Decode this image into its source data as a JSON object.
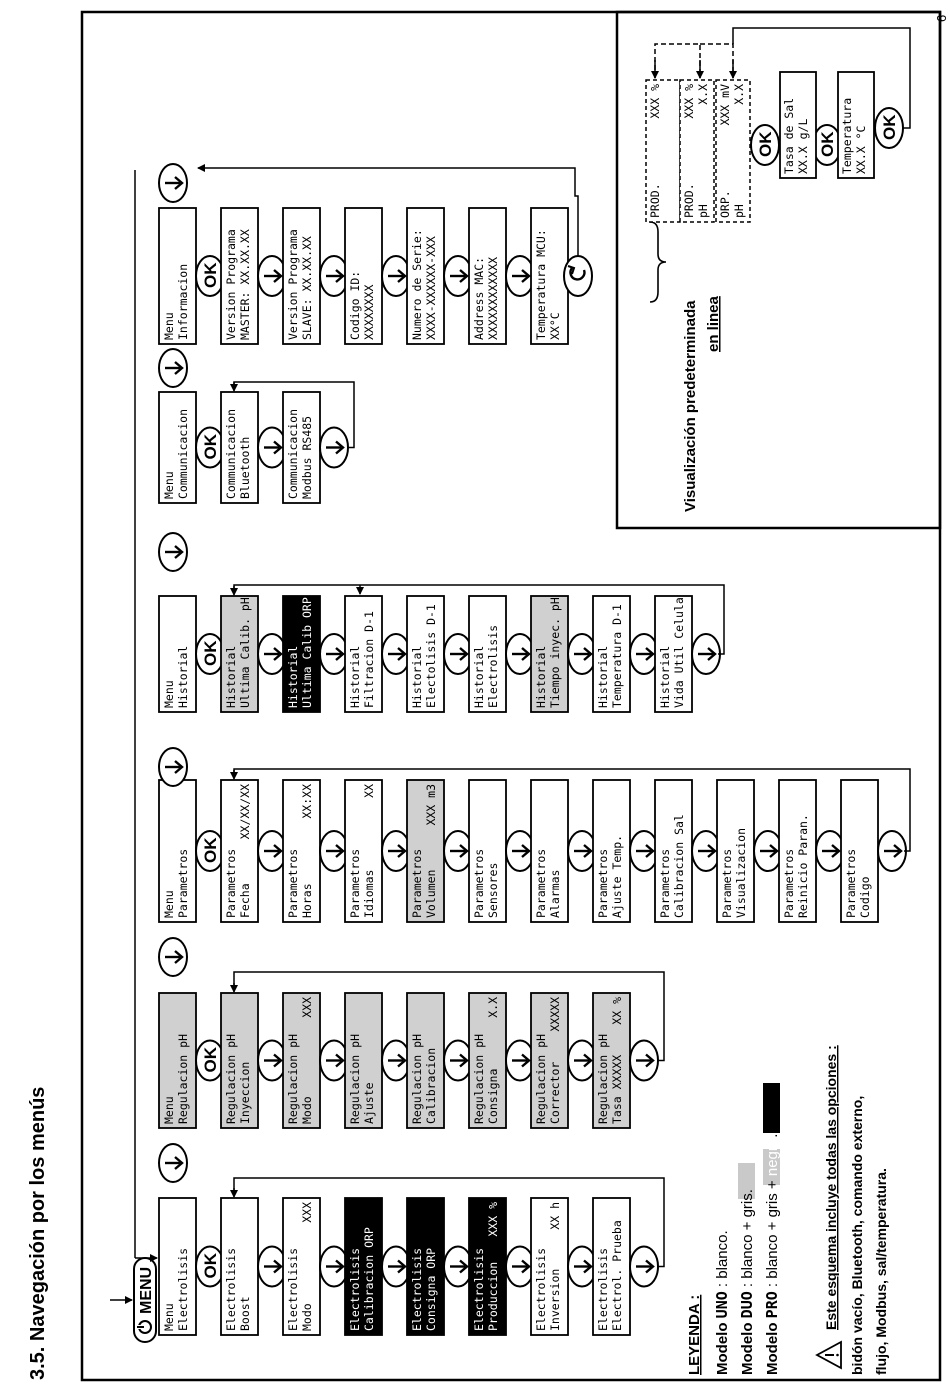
{
  "page": {
    "section_title": "3.5.   Navegación por los menús",
    "page_number": "6",
    "menu_button": "MENU",
    "ok_label": "OK"
  },
  "columns": [
    {
      "items": [
        {
          "l1": "Menu",
          "l2": "Electrolisis",
          "v": "",
          "fill": "white"
        },
        {
          "l1": "Electrolisis",
          "l2": "Boost",
          "v": "",
          "fill": "white"
        },
        {
          "l1": "Electrolisis",
          "l2": "Modo",
          "v": "XXX",
          "fill": "white"
        },
        {
          "l1": "Electrolisis",
          "l2": "Calibracion ORP",
          "v": "",
          "fill": "black"
        },
        {
          "l1": "Electrolisis",
          "l2": "Consigna ORP",
          "v": "",
          "fill": "black"
        },
        {
          "l1": "Electrolisis",
          "l2": "Produccion",
          "v": "XXX %",
          "fill": "black"
        },
        {
          "l1": "Electrolisis",
          "l2": "Inversion",
          "v": "XX h",
          "fill": "white"
        },
        {
          "l1": "Electrolisis",
          "l2": "Electrol. Prueba",
          "v": "",
          "fill": "white"
        }
      ]
    },
    {
      "items": [
        {
          "l1": "Menu",
          "l2": "Regulacion pH",
          "v": "",
          "fill": "gray"
        },
        {
          "l1": "Regulacion pH",
          "l2": "Inyeccion",
          "v": "",
          "fill": "gray"
        },
        {
          "l1": "Regulacion pH",
          "l2": "Modo",
          "v": "XXX",
          "fill": "gray"
        },
        {
          "l1": "Regulacion pH",
          "l2": "Ajuste",
          "v": "",
          "fill": "gray"
        },
        {
          "l1": "Regulacion pH",
          "l2": "Calibracion",
          "v": "",
          "fill": "gray"
        },
        {
          "l1": "Regulacion pH",
          "l2": "Consigna",
          "v": "X.X",
          "fill": "gray"
        },
        {
          "l1": "Regulacion pH",
          "l2": "Corrector",
          "v": "XXXXX",
          "fill": "gray"
        },
        {
          "l1": "Regulacion pH",
          "l2": "Tasa XXXXX",
          "v": "XX %",
          "fill": "gray"
        }
      ]
    },
    {
      "items": [
        {
          "l1": "Menu",
          "l2": "Parametros",
          "v": "",
          "fill": "white"
        },
        {
          "l1": "Parametros",
          "l2": "Fecha",
          "v": "XX/XX/XX",
          "fill": "white"
        },
        {
          "l1": "Parametros",
          "l2": "Horas",
          "v": "XX:XX",
          "fill": "white"
        },
        {
          "l1": "Parametros",
          "l2": "Idiomas",
          "v": "XX",
          "fill": "white"
        },
        {
          "l1": "Parametros",
          "l2": "Volumen",
          "v": "XXX m3",
          "fill": "gray"
        },
        {
          "l1": "Parametros",
          "l2": "Sensores",
          "v": "",
          "fill": "white"
        },
        {
          "l1": "Parametros",
          "l2": "Alarmas",
          "v": "",
          "fill": "white"
        },
        {
          "l1": "Parametros",
          "l2": "Ajuste Temp.",
          "v": "",
          "fill": "white"
        },
        {
          "l1": "Parametros",
          "l2": "Calibracion Sal",
          "v": "",
          "fill": "white"
        },
        {
          "l1": "Parametros",
          "l2": "Visualizacion",
          "v": "",
          "fill": "white"
        },
        {
          "l1": "Parametros",
          "l2": "Reinicio Paran.",
          "v": "",
          "fill": "white"
        },
        {
          "l1": "Parametros",
          "l2": "Codigo",
          "v": "",
          "fill": "white"
        }
      ]
    },
    {
      "items": [
        {
          "l1": "Menu",
          "l2": "Historial",
          "v": "",
          "fill": "white"
        },
        {
          "l1": "Historial",
          "l2": "Ultima Calib. pH",
          "v": "",
          "fill": "gray"
        },
        {
          "l1": "Historial",
          "l2": "Ultima Calib ORP",
          "v": "",
          "fill": "black"
        },
        {
          "l1": "Historial",
          "l2": "Filtracion D-1",
          "v": "",
          "fill": "white"
        },
        {
          "l1": "Historial",
          "l2": "Electolisis D-1",
          "v": "",
          "fill": "white"
        },
        {
          "l1": "Historial",
          "l2": "Electrolisis",
          "v": "",
          "fill": "white"
        },
        {
          "l1": "Historial",
          "l2": "Tiempo inyec. pH",
          "v": "",
          "fill": "gray"
        },
        {
          "l1": "Historial",
          "l2": "Temperatura D-1",
          "v": "",
          "fill": "white"
        },
        {
          "l1": "Historial",
          "l2": "Vida Util Celula",
          "v": "",
          "fill": "white"
        }
      ]
    },
    {
      "items": [
        {
          "l1": "Menu",
          "l2": "Communicacion",
          "v": "",
          "fill": "white"
        },
        {
          "l1": "Communicacion",
          "l2": "Bluetooth",
          "v": "",
          "fill": "white"
        },
        {
          "l1": "Communicacion",
          "l2": "Modbus RS485",
          "v": "",
          "fill": "white"
        }
      ]
    },
    {
      "items": [
        {
          "l1": "Menu",
          "l2": "Informacion",
          "v": "",
          "fill": "white"
        },
        {
          "l1": "Version Programa",
          "l2": "MASTER: XX.XX.XX",
          "v": "",
          "fill": "white"
        },
        {
          "l1": "Version Programa",
          "l2": "SLAVE:  XX.XX.XX",
          "v": "",
          "fill": "white"
        },
        {
          "l1": "Codigo ID:",
          "l2": "   XXXXXXXX",
          "v": "",
          "fill": "white"
        },
        {
          "l1": "Numero de Serie:",
          "l2": "XXXX-XXXXXX-XXX",
          "v": "",
          "fill": "white"
        },
        {
          "l1": "Address MAC:",
          "l2": "  XXXXXXXXXXXX",
          "v": "",
          "fill": "white"
        },
        {
          "l1": "Temperatura MCU:",
          "l2": "      XX°C",
          "v": "",
          "fill": "white"
        }
      ]
    }
  ],
  "display": {
    "title_line1": "Visualización predeterminada",
    "title_line2": "en linea",
    "screen1": [
      {
        "k": "PROD.",
        "v": "XXX %"
      }
    ],
    "screen2": [
      {
        "k": "PROD.",
        "v": "XXX %"
      },
      {
        "k": "pH",
        "v": "X.X"
      }
    ],
    "screen3": [
      {
        "k": "ORP.",
        "v": "XXX mV"
      },
      {
        "k": "pH",
        "v": "X.X"
      }
    ],
    "salt": {
      "l1": "Tasa de Sal",
      "l2": "XX.X g/L"
    },
    "temp": {
      "l1": "Temperatura",
      "l2": "XX.X °C"
    }
  },
  "legend": {
    "title": "LEYENDA :",
    "uno_prefix": "Modelo ",
    "uno_model": "UNO",
    "uno_text": " : blanco.",
    "duo_prefix": "Modelo ",
    "duo_model": "DUO",
    "duo_text": " : blanco + ",
    "duo_gris": "gris",
    "duo_end": ".",
    "pro_prefix": "Modelo ",
    "pro_model": "PRO",
    "pro_text": " : blanco + ",
    "pro_gris": "gris",
    "pro_plus": " + ",
    "pro_negro": "negro",
    "pro_end": ".",
    "note_title": "Este esquema incluye todas las opciones :",
    "note_line1": "bidón vacío,  Bluetooth,  comando  externo,",
    "note_line2": "flujo, Modbus, sal/temperatura."
  }
}
